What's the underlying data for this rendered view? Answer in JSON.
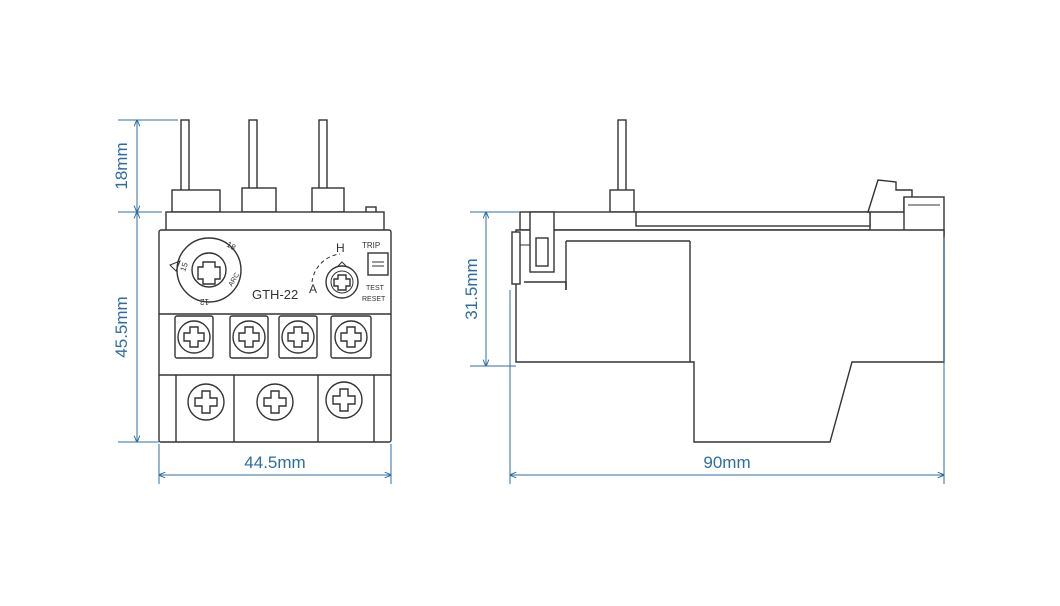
{
  "colors": {
    "dimension": "#2e6da4",
    "outline": "#333333"
  },
  "front_view": {
    "model": "GTH-22",
    "dial_ticks": [
      "15",
      "18",
      "12"
    ],
    "dial_label": "ARC",
    "mode_h": "H",
    "mode_a": "A",
    "trip_label": "TRIP",
    "test_label": "TEST",
    "reset_label": "RESET"
  },
  "dimensions": {
    "terminal_height": "18mm",
    "body_height": "45.5mm",
    "width": "44.5mm",
    "side_height": "31.5mm",
    "depth": "90mm"
  }
}
